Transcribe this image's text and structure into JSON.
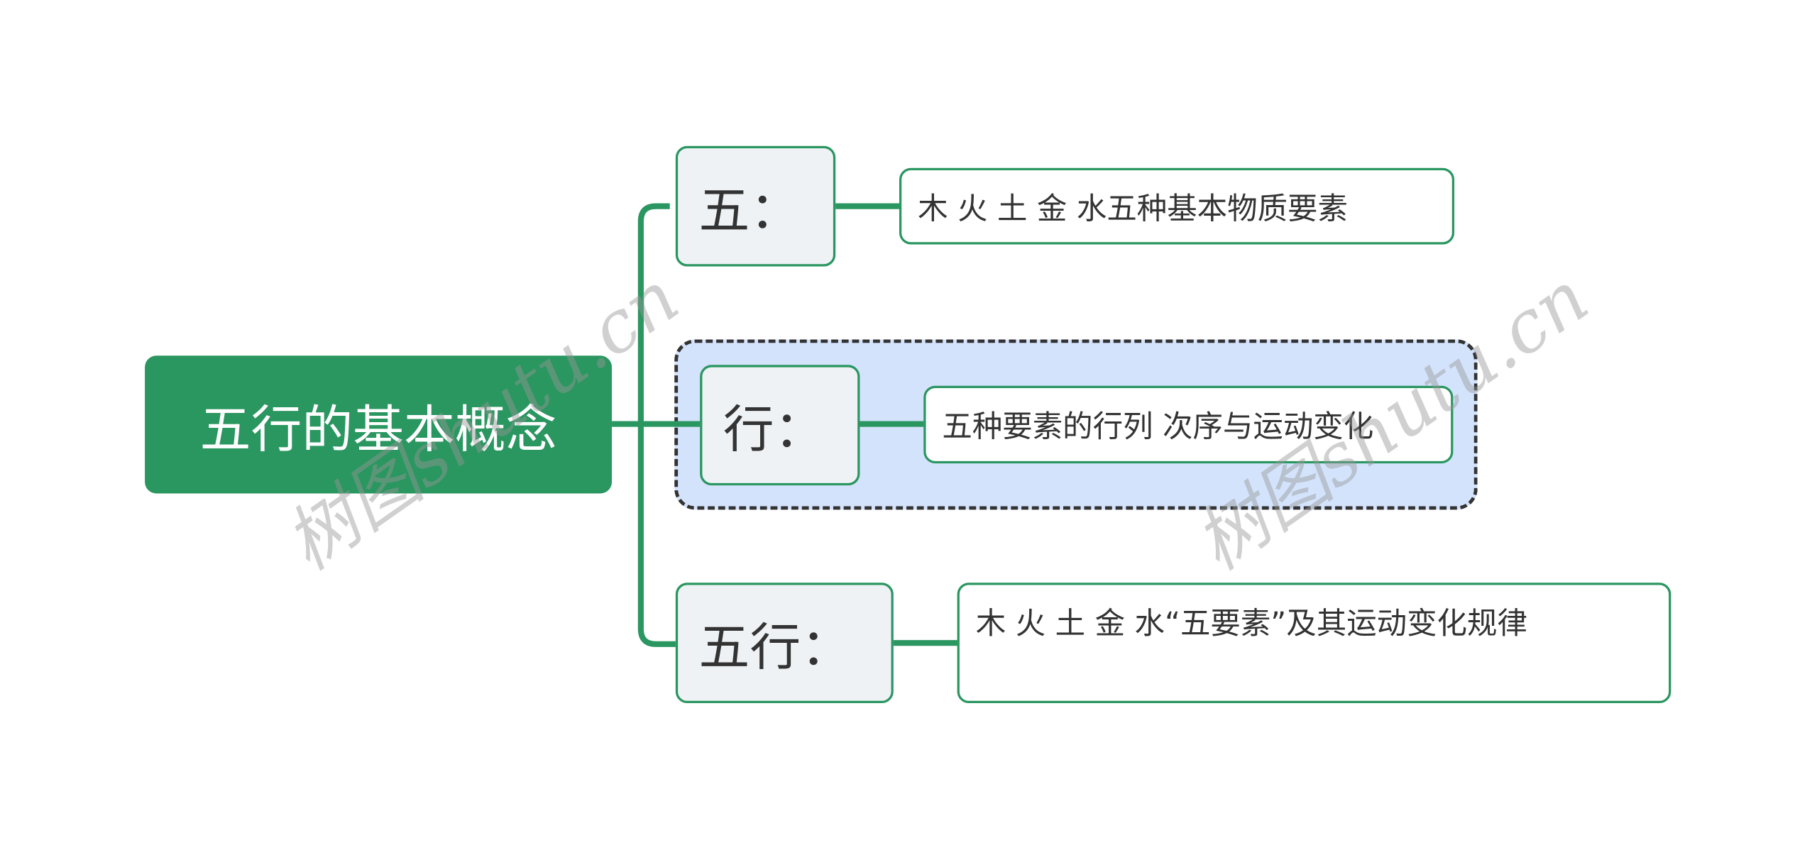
{
  "root": {
    "label": "五行的基本概念"
  },
  "branches": [
    {
      "label": "五：",
      "detail": "木  火  土  金  水五种基本物质要素"
    },
    {
      "label": "行：",
      "detail": "五种要素的行列  次序与运动变化"
    },
    {
      "label": "五行：",
      "detail": "木  火  土  金  水“五要素”及其运动变化规律"
    }
  ],
  "watermark": "树图shutu.cn",
  "colors": {
    "accent": "#2a9660",
    "selection": "#d4e3fc",
    "node": "#eef2f5"
  }
}
